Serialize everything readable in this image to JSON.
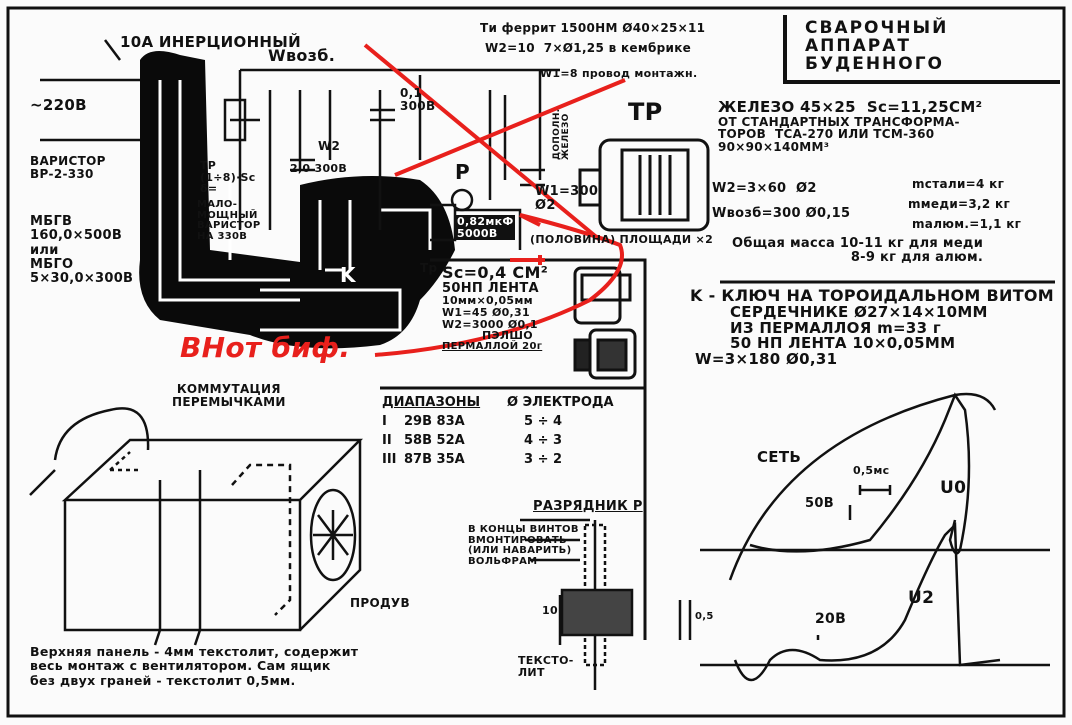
{
  "schematic": {
    "fuse": "10А ИНЕРЦИОННЫЙ",
    "w_vozb": "Wвозб.",
    "mains": "~220В",
    "varistor": "ВАРИСТОР\nВР-2-330",
    "cap_main": "МБГВ\n160,0×500В\nили\nМБГО\n5×30,0×300В",
    "tr_label": "ТР\n(1÷8)·Sc\nδ=",
    "small_varistor": "МАЛО-\nМОЩНЫЙ\nВАРИСТОР\nНА 330В",
    "w2": "W2",
    "cap_2": "2,0 300В",
    "cap_01": "0,1\n300В",
    "cap_082": "0,82мкФ\n5000В",
    "p_label": "P",
    "k_label": "K",
    "tp_label": "Тр",
    "w1_wire": "W1=8 провод монтажн.",
    "ti_ferrite": "Ти феррит 1500НМ Ø40×25×11",
    "ti_w2": "W2=10  7×Ø1,25 в кембрике",
    "w1_300": "W1=300\nØ2",
    "extra_iron": "ДОПОЛН.\nЖЕЛЕЗО",
    "half_area": "(ПОЛОВИНА) ПЛОЩАДИ ×2"
  },
  "title": "СВАРОЧНЫЙ\nАППАРАТ\nБУДЕННОГО",
  "transformer": {
    "label": "ТР",
    "lines": [
      "ЖЕЛЕЗО 45×25  Sc=11,25СМ²",
      "ОТ СТАНДАРТНЫХ ТРАНСФОРМА-",
      "ТОРОВ  ТСА-270 ИЛИ ТСМ-360",
      "90×90×140ММ³"
    ],
    "w2": "W2=3×60  Ø2",
    "wvozb": "Wвозб=300 Ø0,15",
    "m_steel": "mстали=4 кг",
    "m_copper": "mмеди=3,2 кг",
    "m_alum": "mалюм.=1,1 кг",
    "total": "Общая масса 10-11 кг для меди\n8-9 кг для алюм."
  },
  "tp_spec": {
    "lines": [
      "Sc=0,4 СМ²",
      "50НП ЛЕНТА",
      "10мм×0,05мм",
      "W1=45 Ø0,31",
      "W2=3000 Ø0,1",
      "ПЭЛШО",
      "ПЕРМАЛЛОЙ 20г"
    ]
  },
  "key_spec": {
    "lines": [
      "K - КЛЮЧ НА ТОРОИДАЛЬНОМ ВИТОМ",
      "СЕРДЕЧНИКЕ Ø27×14×10ММ",
      "ИЗ ПЕРМАЛЛОЯ m=33 г",
      "50 НП ЛЕНТА 10×0,05ММ",
      "W=3×180 Ø0,31"
    ]
  },
  "ranges_table": {
    "headers": [
      "ДИАПАЗОНЫ",
      "Ø ЭЛЕКТРОДА"
    ],
    "rows": [
      {
        "n": "I",
        "v": "29В 83А",
        "d": "5 ÷ 4"
      },
      {
        "n": "II",
        "v": "58В 52А",
        "d": "4 ÷ 3"
      },
      {
        "n": "III",
        "v": "87В 35А",
        "d": "3 ÷ 2"
      }
    ]
  },
  "box": {
    "commutation": "КОММУТАЦИЯ\nПЕРЕМЫЧКАМИ",
    "airflow": "ПРОДУВ",
    "note": "Верхняя панель - 4мм текстолит, содержит\nвесь монтаж с вентилятором. Сам ящик\nбез двух граней - текстолит 0,5мм."
  },
  "spark_gap": {
    "title": "РАЗРЯДНИК P",
    "note": "В КОНЦЫ ВИНТОВ\nВМОНТИРОВАТЬ\n(ИЛИ НАВАРИТЬ)\nВОЛЬФРАМ",
    "textolite": "ТЕКСТО-\nЛИТ",
    "dim_a": "10",
    "dim_b": "0,5"
  },
  "waveforms": {
    "net": "СЕТЬ",
    "time_scale": "0,5мс",
    "v_scale_1": "50В",
    "u0": "U0",
    "u2": "U2",
    "v_scale_2": "20В"
  },
  "red_note": "ВНот биф."
}
